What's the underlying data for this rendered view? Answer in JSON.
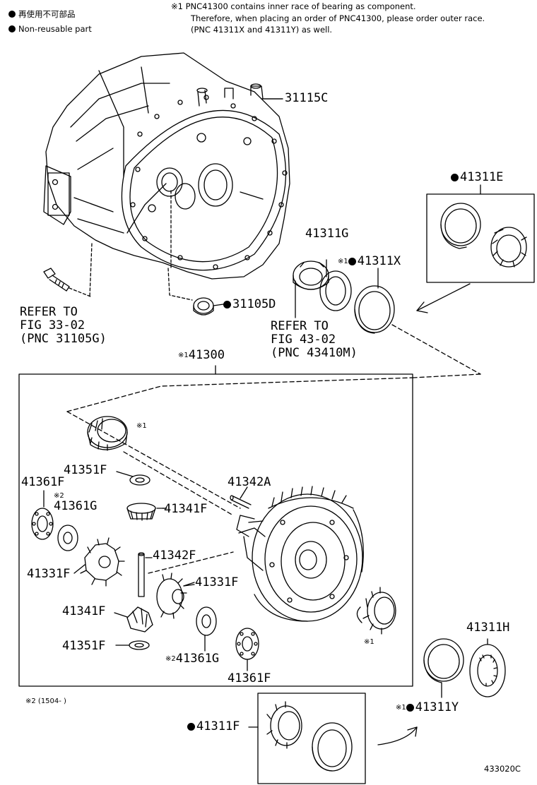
{
  "legend": {
    "reusable_jp": "再使用不可部品",
    "non_reusable": "Non-reusable part"
  },
  "note": {
    "mark": "※1",
    "line1": "PNC41300 contains inner race of bearing as component.",
    "line2": "Therefore, when placing an order of PNC41300, please order outer race.",
    "line3": "(PNC 41311X and 41311Y) as well."
  },
  "parts": {
    "p31115C": "31115C",
    "p41311E": "41311E",
    "p41311G": "41311G",
    "p41311X": "41311X",
    "p31105D": "31105D",
    "p41300": "41300",
    "p41351F_top": "41351F",
    "p41361F_left": "41361F",
    "p41361G_left": "41361G",
    "p41341F_top": "41341F",
    "p41342A": "41342A",
    "p41342F": "41342F",
    "p41331F_left": "41331F",
    "p41331F_right": "41331F",
    "p41341F_bottom": "41341F",
    "p41351F_bottom": "41351F",
    "p41361G_bottom": "41361G",
    "p41361F_bottom": "41361F",
    "p41311H": "41311H",
    "p41311Y": "41311Y",
    "p41311F": "41311F"
  },
  "refs": {
    "ref1_l1": "REFER TO",
    "ref1_l2": "FIG 33-02",
    "ref1_l3": "(PNC 31105G)",
    "ref2_l1": "REFER TO",
    "ref2_l2": "FIG 43-02",
    "ref2_l3": "(PNC 43410M)"
  },
  "marks": {
    "m1": "※1",
    "m2": "※2",
    "m2_range": "※2 (1504-    )"
  },
  "figure_id": "433020C"
}
